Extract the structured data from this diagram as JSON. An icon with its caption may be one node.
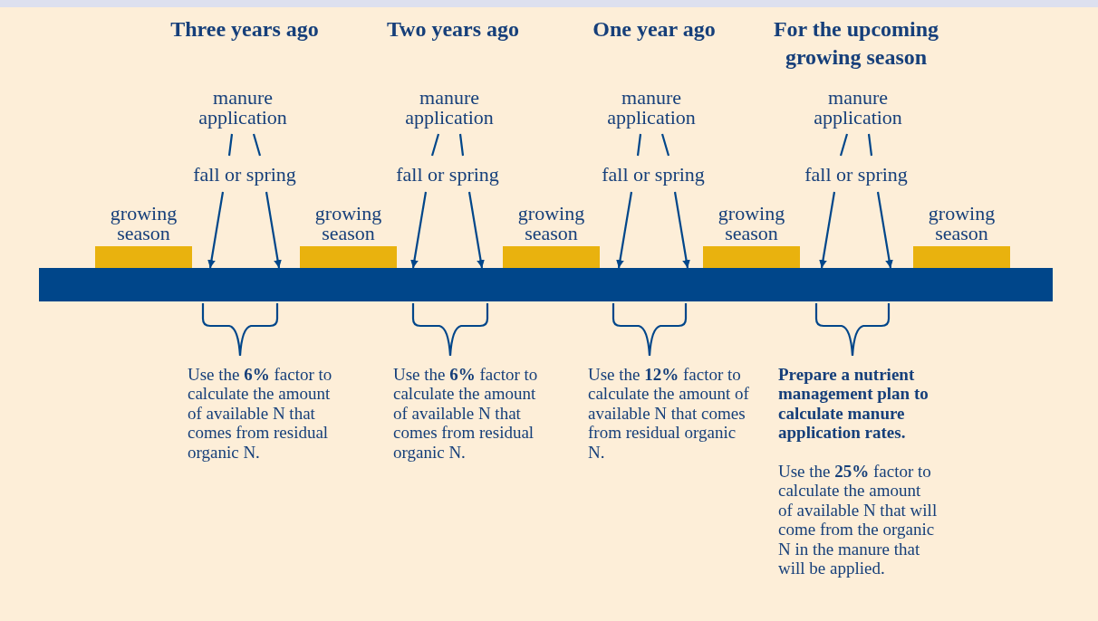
{
  "diagram": {
    "nodes": [
      {
        "text": [],
        "shape": "bar"
      },
      {
        "text": [
          "growing season"
        ]
      },
      {
        "text": [
          "growing season"
        ]
      },
      {
        "text": [
          "growing season"
        ]
      },
      {
        "text": [
          "growing season"
        ]
      },
      {
        "text": [
          "growing season"
        ]
      },
      {
        "text": [
          "manure application"
        ]
      },
      {
        "text": [
          "fall or spring"
        ]
      },
      {
        "text": [
          "manure application"
        ]
      },
      {
        "text": [
          "fall or spring"
        ]
      },
      {
        "text": [
          "manure application"
        ]
      },
      {
        "text": [
          "fall or spring"
        ]
      },
      {
        "text": [
          "manure application"
        ]
      },
      {
        "text": [
          "fall or spring"
        ]
      }
    ],
    "edges": [
      {
        "from": 6,
        "to": 7,
        "arrow": "none"
      },
      {
        "from": 6,
        "to": 7,
        "arrow": "none"
      },
      {
        "from": 7,
        "to": 0,
        "arrow": "to"
      },
      {
        "from": 7,
        "to": 0,
        "arrow": "to"
      },
      {
        "from": 8,
        "to": 9,
        "arrow": "none"
      },
      {
        "from": 8,
        "to": 9,
        "arrow": "none"
      },
      {
        "from": 9,
        "to": 0,
        "arrow": "to"
      },
      {
        "from": 9,
        "to": 0,
        "arrow": "to"
      },
      {
        "from": 10,
        "to": 11,
        "arrow": "none"
      },
      {
        "from": 10,
        "to": 11,
        "arrow": "none"
      },
      {
        "from": 11,
        "to": 0,
        "arrow": "to"
      },
      {
        "from": 11,
        "to": 0,
        "arrow": "to"
      },
      {
        "from": 12,
        "to": 13,
        "arrow": "none"
      },
      {
        "from": 12,
        "to": 13,
        "arrow": "none"
      },
      {
        "from": 13,
        "to": 0,
        "arrow": "to"
      },
      {
        "from": 13,
        "to": 0,
        "arrow": "to"
      }
    ],
    "labels": [
      "Three years ago",
      "Two years ago",
      "One year ago",
      "For the upcoming growing season",
      "Use the **6%** factor to calculate the amount of available N that comes from residual organic N.",
      "Use the **6%** factor to calculate the amount of available N that comes from residual organic N.",
      "Use the **12%** factor to calculate the amount of available N that comes from residual organic N.",
      "Prepare a nutrient management plan to calculate manure application rates.",
      "Use the **25%** factor to calculate the amount of available N that will come from the organic N in the manure that will be applied."
    ]
  }
}
